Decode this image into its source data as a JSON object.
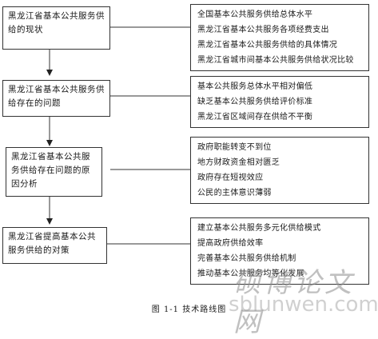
{
  "stages": [
    {
      "label": "黑龙江省基本公共服务供给的现状",
      "items": [
        "全国基本公共服务供给总体水平",
        "黑龙江省基本公共服务各项经费支出",
        "黑龙江省基本公共服务供给的具体情况",
        "黑龙江省城市间基本公共服务供给状况比较"
      ]
    },
    {
      "label": "黑龙江省基本公共服务供给存在的问题",
      "items": [
        "基本公共服务总体水平相对偏低",
        "缺乏基本公共服务供给评价标准",
        "黑龙江省区域间存在供给不平衡"
      ]
    },
    {
      "label": "黑龙江省基本公共服务供给存在问题的原因分析",
      "items": [
        "政府职能转变不到位",
        "地方财政资金相对匮乏",
        "政府存在短视效应",
        "公民的主体意识薄弱"
      ]
    },
    {
      "label": "黑龙江省提高基本公共服务供给的对策",
      "items": [
        "建立基本公共服务多元化供给模式",
        "提高政府供给效率",
        "完善基本公共服务供给机制",
        "推动基本公共服务均等化发展"
      ]
    }
  ],
  "caption": "图 1-1 技术路线图",
  "watermark": {
    "cn": "硕博论文网",
    "url": "sblunwen.com"
  }
}
